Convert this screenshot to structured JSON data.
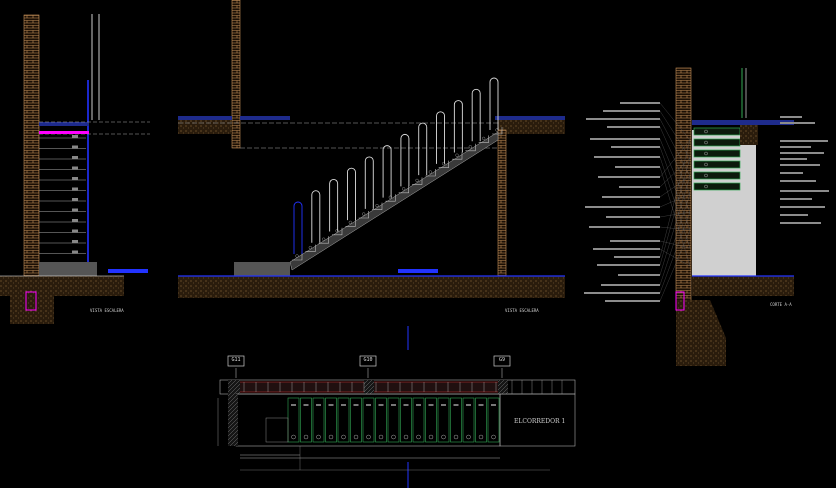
{
  "drawing": {
    "section_left_title": "VISTA ESCALERA",
    "section_mid_title": "VISTA ESCALERA",
    "section_right_title": "CORTE A-A",
    "plan_label": "ELCORREDOR 1",
    "grid_marks": [
      "G11",
      "G10",
      "G9"
    ]
  },
  "colors": {
    "background": "#000000",
    "brick": "#c8925a",
    "slab": "#1e2b8c",
    "accent_blue": "#2233ff",
    "magenta": "#ff00ff",
    "green": "#33aa55",
    "gray": "#9a9a9a",
    "fill_gray": "#d0d0d0",
    "earth": "#8a6a3a"
  }
}
